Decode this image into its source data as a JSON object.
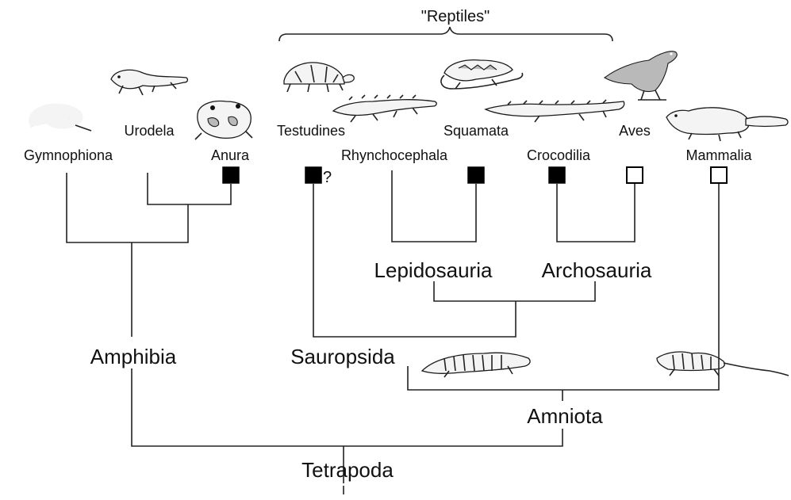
{
  "group_label": "\"Reptiles\"",
  "taxa": [
    {
      "id": "gymnophiona",
      "name": "Gymnophiona",
      "marker": "none",
      "icon": "caecilian-icon"
    },
    {
      "id": "urodela",
      "name": "Urodela",
      "marker": "none",
      "icon": "salamander-icon"
    },
    {
      "id": "anura",
      "name": "Anura",
      "marker": "filled",
      "icon": "frog-icon"
    },
    {
      "id": "testudines",
      "name": "Testudines",
      "marker": "filled",
      "marker_note": "?",
      "icon": "tortoise-icon"
    },
    {
      "id": "rhynchocephala",
      "name": "Rhynchocephala",
      "marker": "none",
      "icon": "tuatara-icon"
    },
    {
      "id": "squamata",
      "name": "Squamata",
      "marker": "filled",
      "icon": "lizard-icon"
    },
    {
      "id": "crocodilia",
      "name": "Crocodilia",
      "marker": "filled",
      "icon": "crocodile-icon"
    },
    {
      "id": "aves",
      "name": "Aves",
      "marker": "open",
      "icon": "bird-icon"
    },
    {
      "id": "mammalia",
      "name": "Mammalia",
      "marker": "open",
      "icon": "mammal-icon"
    }
  ],
  "clades": {
    "lepidosauria": "Lepidosauria",
    "archosauria": "Archosauria",
    "amphibia": "Amphibia",
    "sauropsida": "Sauropsida",
    "amniota": "Amniota",
    "tetrapoda": "Tetrapoda"
  },
  "fossil_icons": [
    "fossil-sauropsid-skeleton-icon",
    "fossil-synapsid-skeleton-icon"
  ]
}
